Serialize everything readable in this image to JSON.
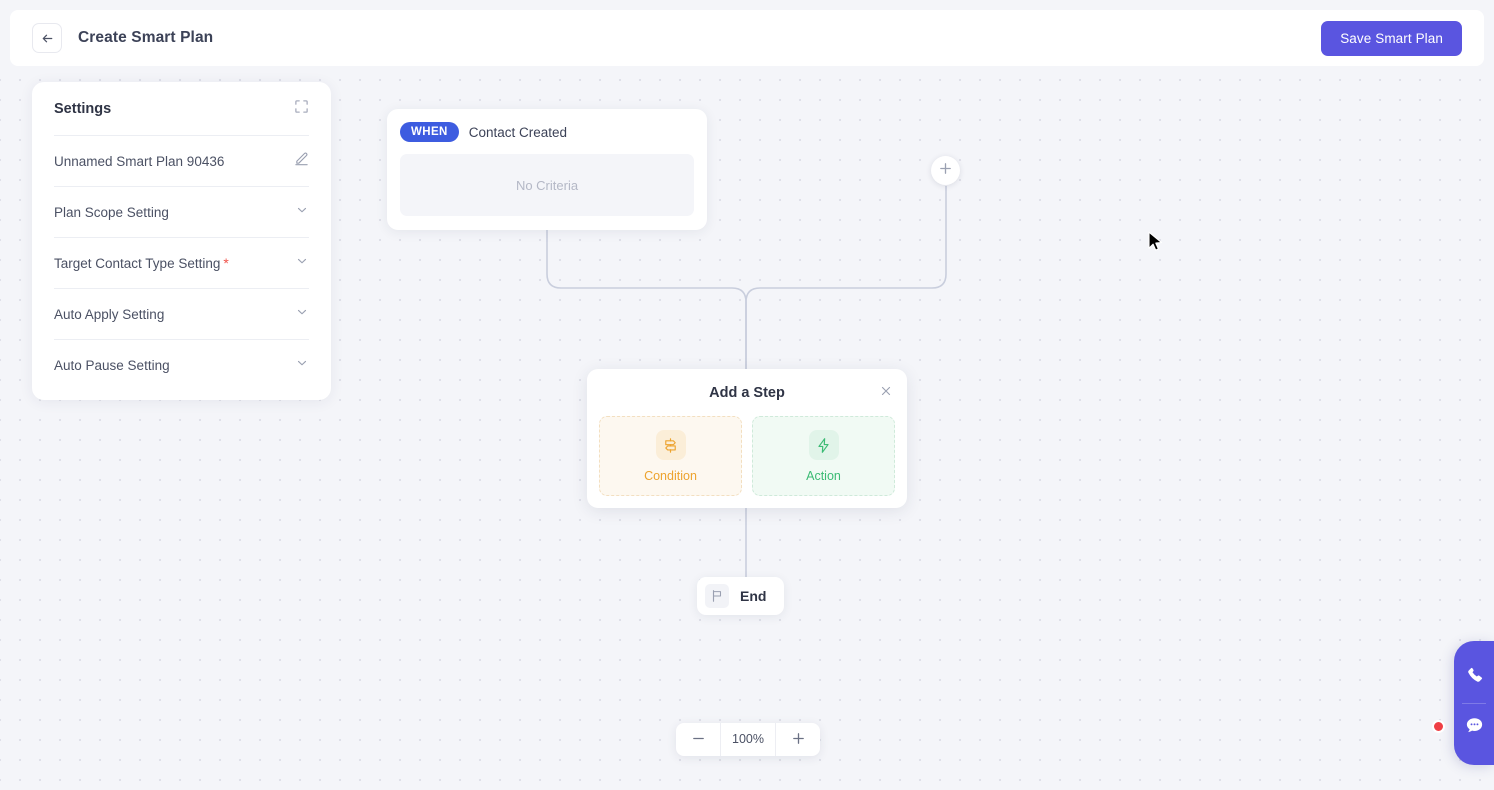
{
  "header": {
    "back_icon": "arrow-left-icon",
    "title": "Create Smart Plan",
    "save_label": "Save Smart Plan",
    "accent_color": "#5a55e0"
  },
  "settings_panel": {
    "title": "Settings",
    "collapse_icon": "collapse-icon",
    "plan_name": "Unnamed Smart Plan 90436",
    "edit_icon": "edit-pencil-icon",
    "rows": [
      {
        "label": "Plan Scope Setting",
        "required": false,
        "icon": "chevron-down-icon"
      },
      {
        "label": "Target Contact Type Setting",
        "required": true,
        "required_mark": "*",
        "icon": "chevron-down-icon"
      },
      {
        "label": "Auto Apply Setting",
        "required": false,
        "icon": "chevron-down-icon"
      },
      {
        "label": "Auto Pause Setting",
        "required": false,
        "icon": "chevron-down-icon"
      }
    ]
  },
  "flow": {
    "trigger": {
      "badge": "WHEN",
      "badge_color": "#3d5ce0",
      "name": "Contact Created",
      "criteria_placeholder": "No Criteria"
    },
    "add_branch_icon": "plus-icon",
    "end_node": {
      "label": "End",
      "icon": "flag-icon"
    }
  },
  "add_step_modal": {
    "title": "Add a Step",
    "close_icon": "close-icon",
    "options": [
      {
        "label": "Condition",
        "icon": "signpost-icon",
        "color": "#eda32e"
      },
      {
        "label": "Action",
        "icon": "lightning-bolt-icon",
        "color": "#3cbb74"
      }
    ]
  },
  "zoom_control": {
    "minus_icon": "minus-icon",
    "level": "100%",
    "plus_icon": "plus-icon"
  },
  "floating_widget": {
    "color": "#5a55e0",
    "buttons": [
      {
        "icon": "phone-icon"
      },
      {
        "icon": "chat-bubble-icon"
      }
    ],
    "notification_dot_color": "#ef3f45"
  }
}
